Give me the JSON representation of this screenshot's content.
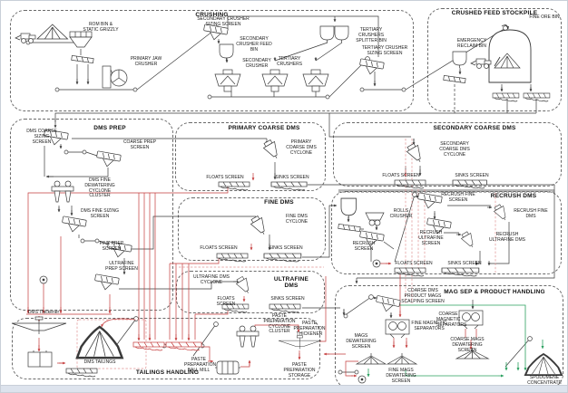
{
  "colors": {
    "line": "#3a3a3a",
    "tailings_line": "#c43b3b",
    "tailings_dashed": "#e09393",
    "product_line": "#2aa05f",
    "section_border": "#6a6a6a",
    "background": "#ffffff"
  },
  "sections": {
    "crushing": {
      "title": "CRUSHING",
      "labels": {
        "rom_bin": "ROM BIN & STATIC GRIZZLY",
        "primary_jaw": "PRIMARY JAW CRUSHER",
        "sec_screen": "SECONDARY CRUSHER SIZING SCREEN",
        "sec_feed_bin": "SECONDARY CRUSHER FEED BIN",
        "sec_crusher": "SECONDARY CRUSHER",
        "tert_splitter": "TERTIARY CRUSHERS SPLITTER BIN",
        "tert_crushers": "TERTIARY CRUSHERS",
        "tert_screen": "TERTIARY CRUSHER SIZING SCREEN"
      }
    },
    "stockpile": {
      "title": "CRUSHED FEED STOCKPILE",
      "labels": {
        "fine_ore_bin": "FINE ORE BIN",
        "emergency_bin": "EMERGENCY RECLAIM BIN"
      }
    },
    "dms_prep": {
      "title": "DMS PREP",
      "labels": {
        "dms_coarse_screen": "DMS COARSE SIZING SCREEN",
        "coarse_prep": "COARSE PREP SCREEN",
        "dwc_cluster": "DMS FINE DEWATERING CYCLONE CLUSTER",
        "dms_fine_screen": "DMS FINE SIZING SCREEN",
        "fine_prep": "FINE PREP SCREEN",
        "uf_prep": "ULTRAFINE PREP SCREEN"
      }
    },
    "primary_coarse_dms": {
      "title": "PRIMARY COARSE DMS",
      "labels": {
        "cyclone": "PRIMARY COARSE DMS CYCLONE",
        "floats": "FLOATS SCREEN",
        "sinks": "SINKS SCREEN"
      }
    },
    "secondary_coarse_dms": {
      "title": "SECONDARY COARSE DMS",
      "labels": {
        "cyclone": "SECONDARY COARSE DMS CYCLONE",
        "floats": "FLOATS SCREEN",
        "sinks": "SINKS SCREEN"
      }
    },
    "fine_dms": {
      "title": "FINE DMS",
      "labels": {
        "cyclone": "FINE DMS CYCLONE",
        "floats": "FLOATS SCREEN",
        "sinks": "SINKS SCREEN"
      }
    },
    "recrush_dms": {
      "title": "RECRUSH DMS",
      "labels": {
        "fine_screen": "RECRUSH FINE SCREEN",
        "rolls_crusher": "ROLLS CRUSHER",
        "recrush_screen": "RECRUSH SCREEN",
        "uf_screen": "RECRUSH ULTRAFINE SCREEN",
        "fine_dms": "RECRUSH FINE DMS",
        "uf_dms": "RECRUSH ULTRAFINE DMS",
        "floats": "FLOATS SCREEN",
        "sinks": "SINKS SCREEN"
      }
    },
    "ultrafine_dms": {
      "title": "ULTRAFINE DMS",
      "labels": {
        "cyclone": "ULTRAFINE DMS CYCLONE",
        "floats": "FLOATS SCREEN",
        "sinks": "SINKS SCREEN"
      }
    },
    "mag_sep": {
      "title": "MAG SEP & PRODUCT HANDLING",
      "labels": {
        "scalping": "COARSE DMS PRODUCT MAGS SCALPING SCREEN",
        "fine_magsep": "FINE MAGNETIC SEPARATORS",
        "coarse_magsep": "COARSE MAGNETIC SEPARATORS",
        "mags_dws": "MAGS DEWATERING SCREEN",
        "coarse_mags_dws": "COARSE MAGS DEWATERING SCREEN",
        "fine_mags_dws": "FINE MAGS DEWATERING SCREEN",
        "spodumene": "SPODUMENE CONCENTRATE"
      }
    },
    "tailings": {
      "title": "TAILINGS HANDLING",
      "labels": {
        "dms_thickener": "DMS Thickener",
        "dms_tailings": "DMS TAILINGS",
        "ball_mill": "PASTE PREPARATION BALL MILL",
        "cyclone_cluster": "PASTE PREPARATION CYCLONE CLUSTER",
        "paste_thickener": "PASTE PREPARATION THICKENER",
        "paste_storage": "PASTE PREPARATION STORAGE"
      }
    }
  }
}
